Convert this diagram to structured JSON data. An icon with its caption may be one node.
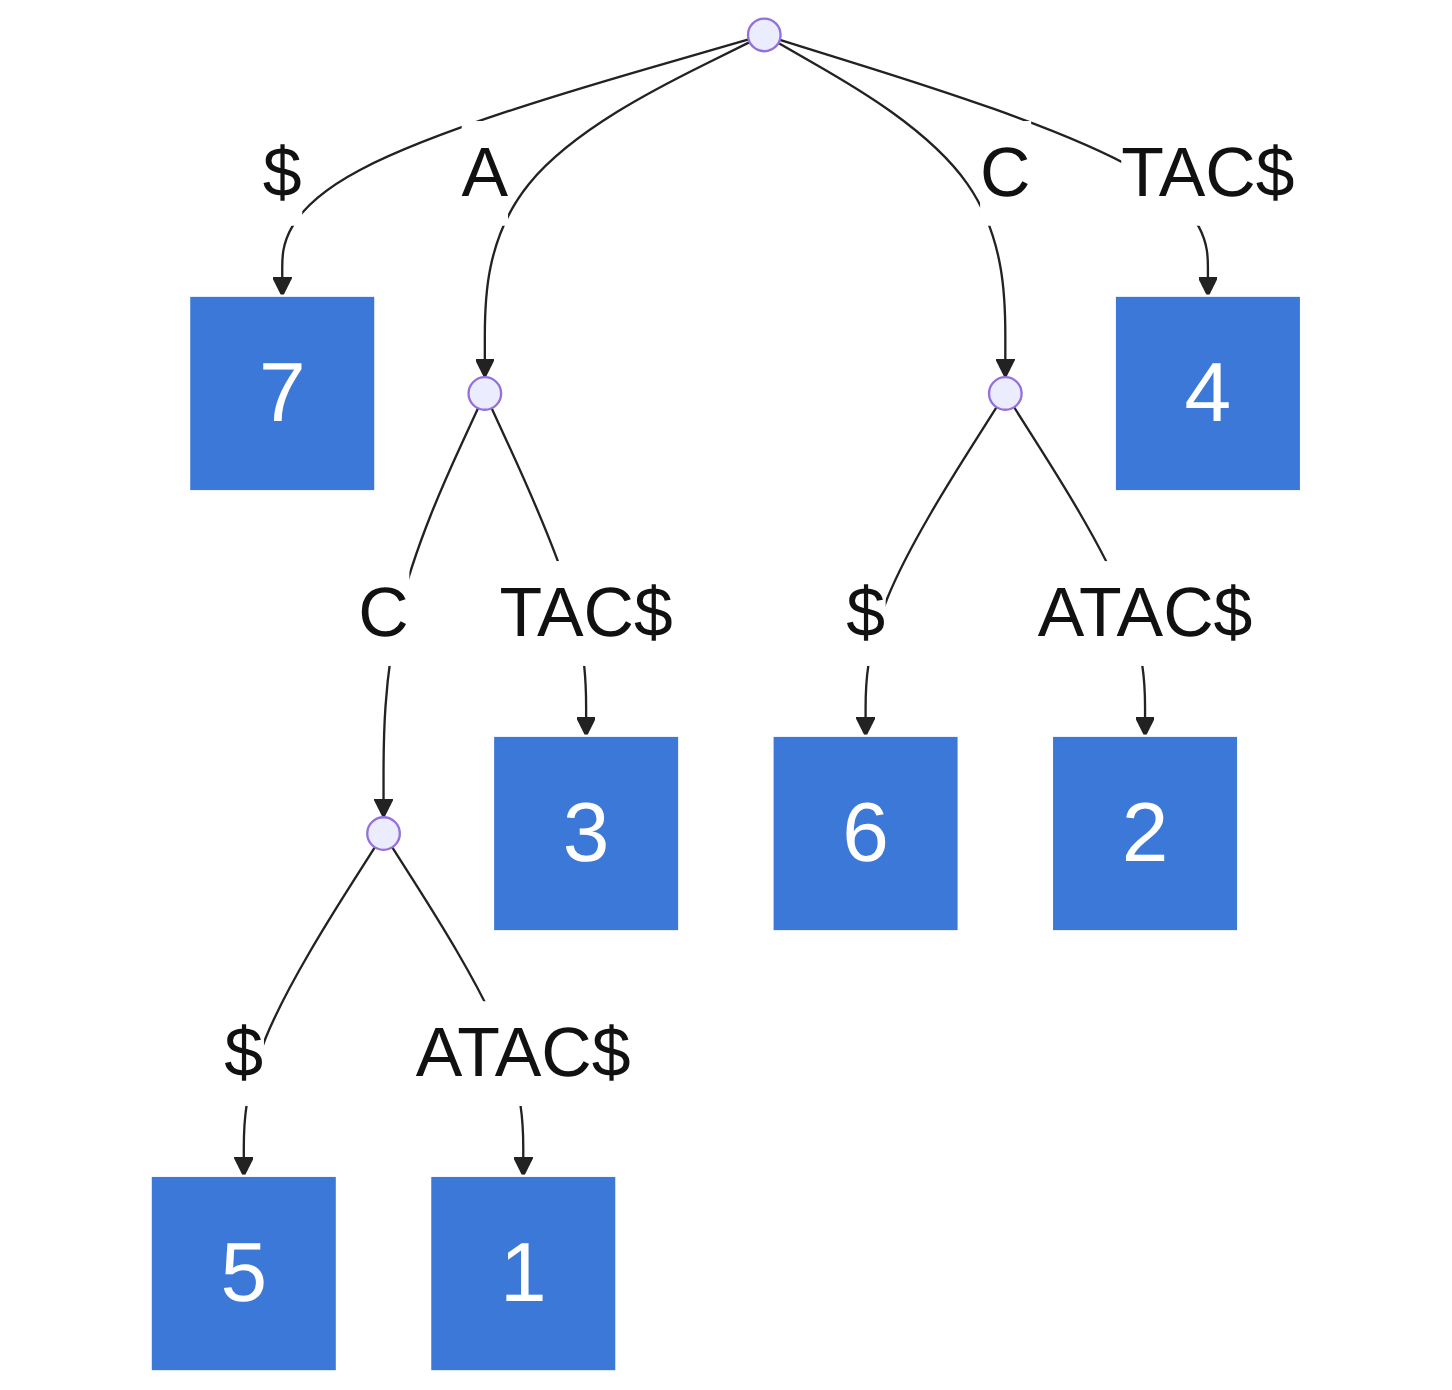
{
  "diagram": {
    "nodes": [
      {
        "text": [],
        "shape": "ellipse"
      },
      {
        "text": [
          "7"
        ]
      },
      {
        "text": [],
        "shape": "ellipse"
      },
      {
        "text": [],
        "shape": "ellipse"
      },
      {
        "text": [
          "4"
        ]
      },
      {
        "text": [
          "3"
        ]
      },
      {
        "text": [
          "6"
        ]
      },
      {
        "text": [
          "2"
        ]
      },
      {
        "text": [],
        "shape": "ellipse"
      },
      {
        "text": [
          "5"
        ]
      },
      {
        "text": [
          "1"
        ]
      }
    ],
    "edges": [
      {
        "from": 0,
        "to": 1,
        "arrow": "to",
        "label": "$"
      },
      {
        "from": 0,
        "to": 2,
        "arrow": "to",
        "label": "A"
      },
      {
        "from": 0,
        "to": 3,
        "arrow": "to",
        "label": "C"
      },
      {
        "from": 0,
        "to": 4,
        "arrow": "to",
        "label": "TAC$"
      },
      {
        "from": 2,
        "to": 8,
        "arrow": "to",
        "label": "C"
      },
      {
        "from": 2,
        "to": 5,
        "arrow": "to",
        "label": "TAC$"
      },
      {
        "from": 3,
        "to": 6,
        "arrow": "to",
        "label": "$"
      },
      {
        "from": 3,
        "to": 7,
        "arrow": "to",
        "label": "ATAC$"
      },
      {
        "from": 8,
        "to": 9,
        "arrow": "to",
        "label": "$"
      },
      {
        "from": 8,
        "to": 10,
        "arrow": "to",
        "label": "ATAC$"
      }
    ]
  }
}
